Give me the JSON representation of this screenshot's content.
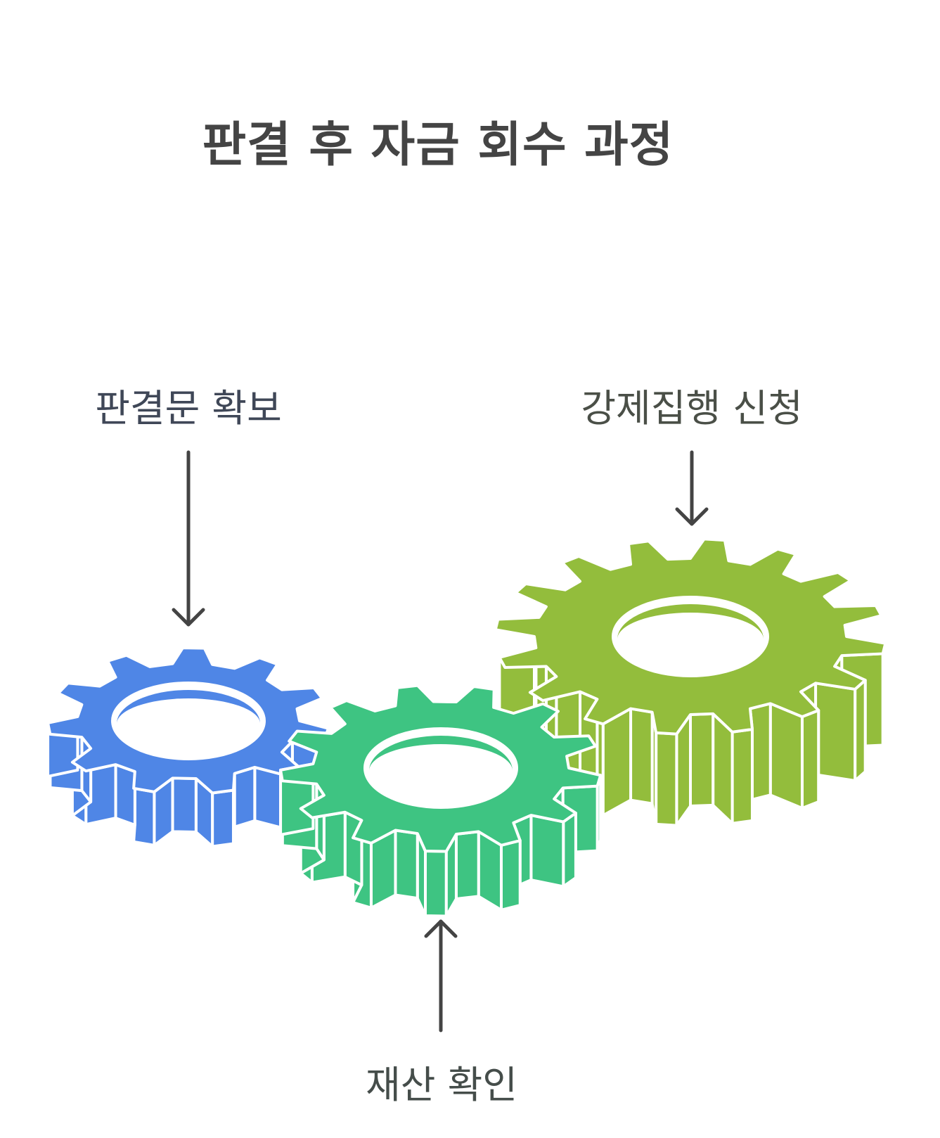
{
  "title": "판결 후 자금 회수 과정",
  "steps": [
    {
      "label": "판결문 확보",
      "color": "#4f86e6"
    },
    {
      "label": "강제집행 신청",
      "color": "#93bd3c"
    },
    {
      "label": "재산 확인",
      "color": "#3ec482"
    }
  ],
  "arrow_color": "#444444"
}
